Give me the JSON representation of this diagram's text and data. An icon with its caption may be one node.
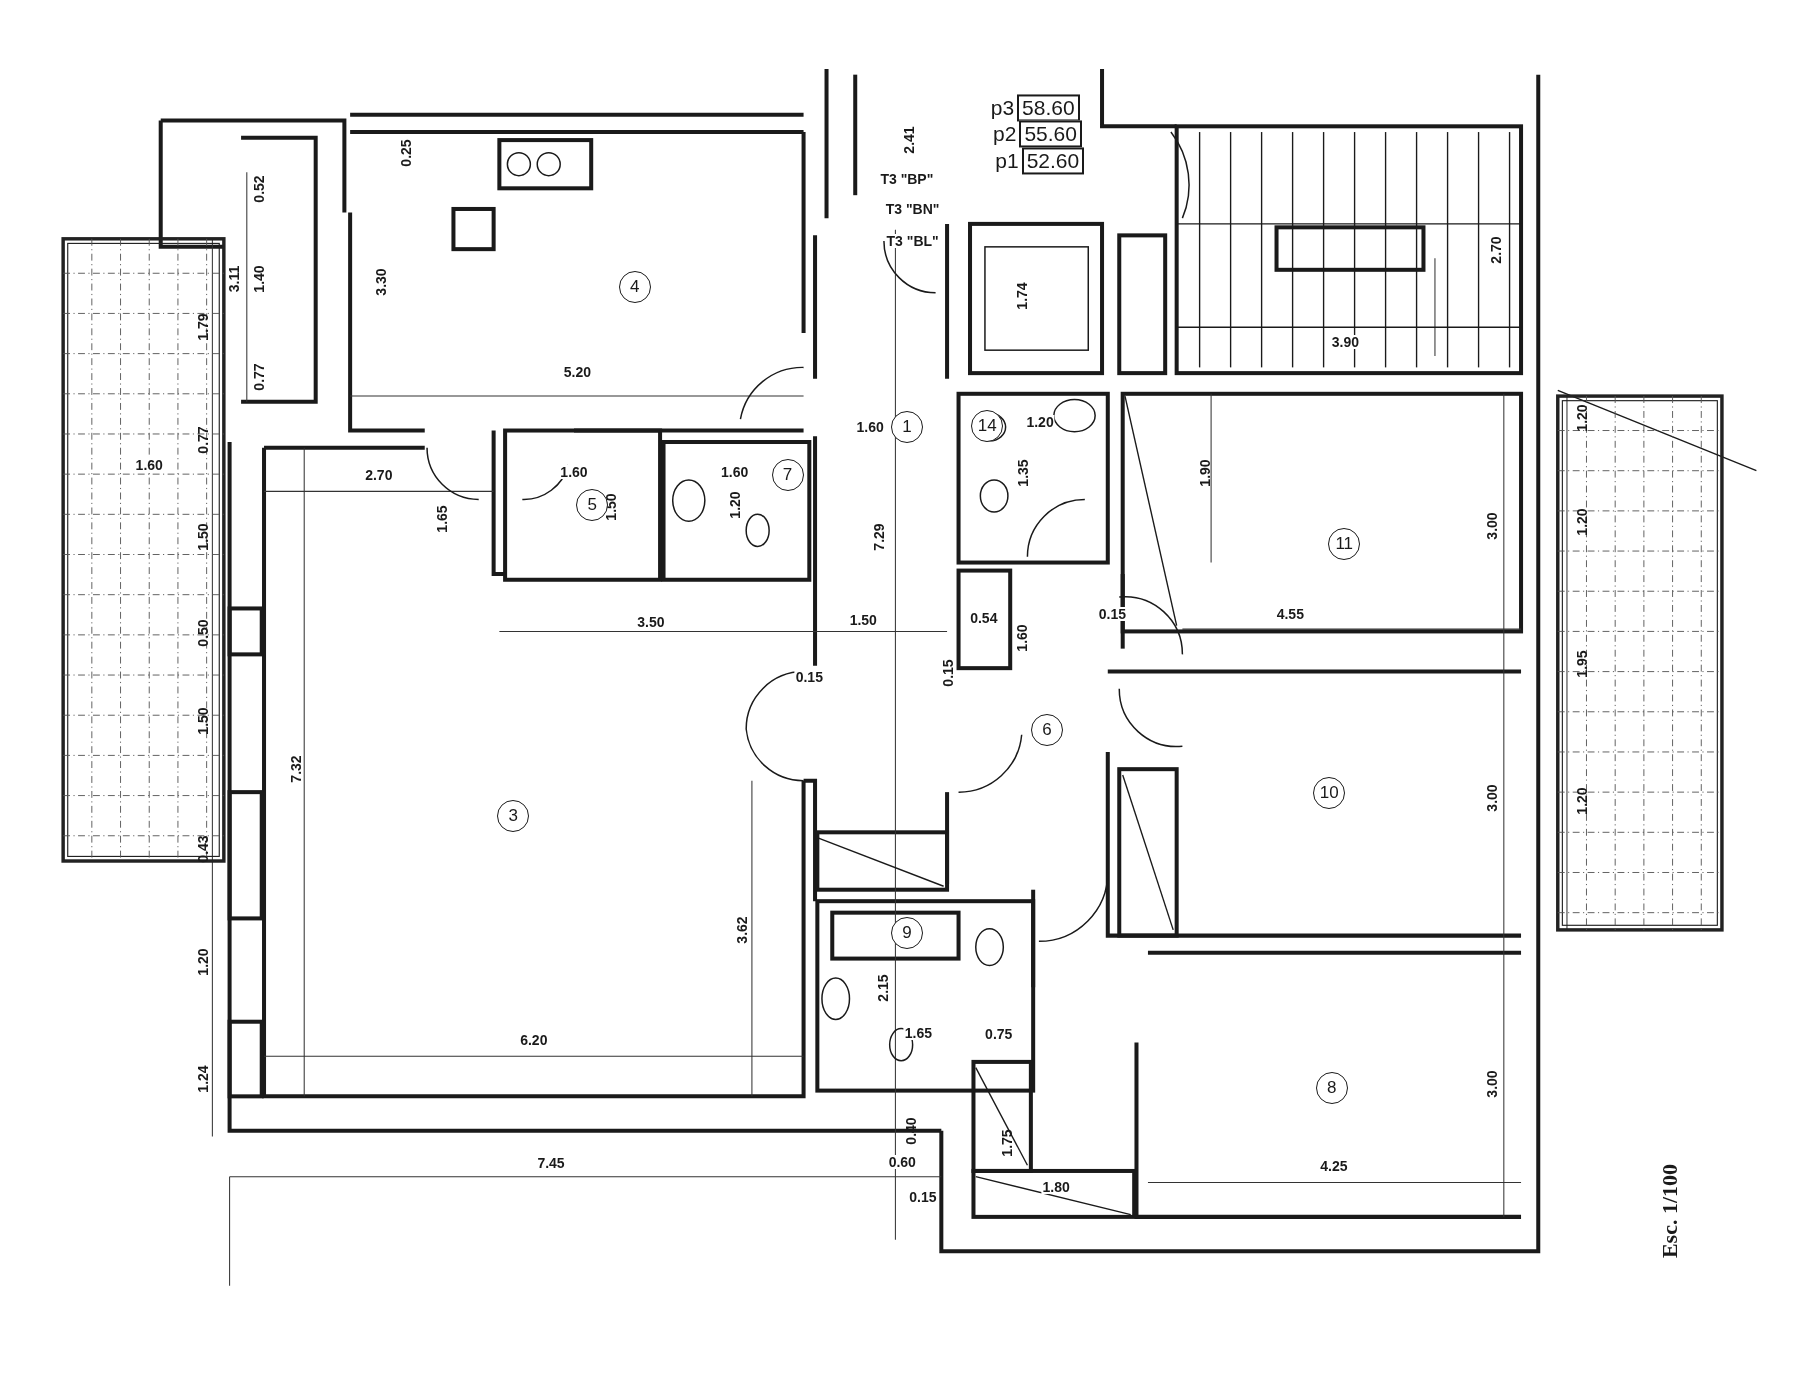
{
  "diagram": {
    "nodes": [
      {
        "text": [
          "58.60"
        ],
        "beside": [
          "p3"
        ]
      },
      {
        "text": [
          "55.60"
        ],
        "beside": [
          "p2"
        ]
      },
      {
        "text": [
          "52.60"
        ],
        "beside": [
          "p1"
        ]
      },
      {
        "text": [
          "4"
        ]
      },
      {
        "text": [
          "14"
        ]
      },
      {
        "text": [
          "1"
        ]
      },
      {
        "text": [
          "7"
        ]
      },
      {
        "text": [
          "5"
        ]
      },
      {
        "text": [
          "11"
        ]
      },
      {
        "text": [
          "6"
        ]
      },
      {
        "text": [
          "10"
        ]
      },
      {
        "text": [
          "3"
        ]
      },
      {
        "text": [
          "9"
        ]
      },
      {
        "text": [
          "8"
        ]
      }
    ],
    "labels": [
      "2.41",
      "0.25",
      "T3 \"BP\"",
      "0.52",
      "T3 \"BN\"",
      "T3 \"BL\"",
      "2.70",
      "3.11",
      "1.40",
      "3.30",
      "1.74",
      "1.79",
      "3.90",
      "5.20",
      "0.77",
      "1.20",
      "1.20",
      "1.60",
      "0.77",
      "1.60",
      "1.60",
      "1.60",
      "1.90",
      "1.35",
      "2.70",
      "1.20",
      "1.50",
      "1.65",
      "1.20",
      "3.00",
      "1.50",
      "7.29",
      "0.15",
      "0.54",
      "4.55",
      "1.50",
      "3.50",
      "0.50",
      "1.60",
      "1.95",
      "0.15",
      "0.15",
      "1.50",
      "7.32",
      "3.00",
      "1.20",
      "0.43",
      "3.62",
      "1.20",
      "2.15",
      "1.65",
      "0.75",
      "6.20",
      "1.24",
      "3.00",
      "0.40",
      "1.75",
      "7.45",
      "0.60",
      "4.25",
      "1.80",
      "0.15",
      "Esc. 1/100"
    ]
  }
}
